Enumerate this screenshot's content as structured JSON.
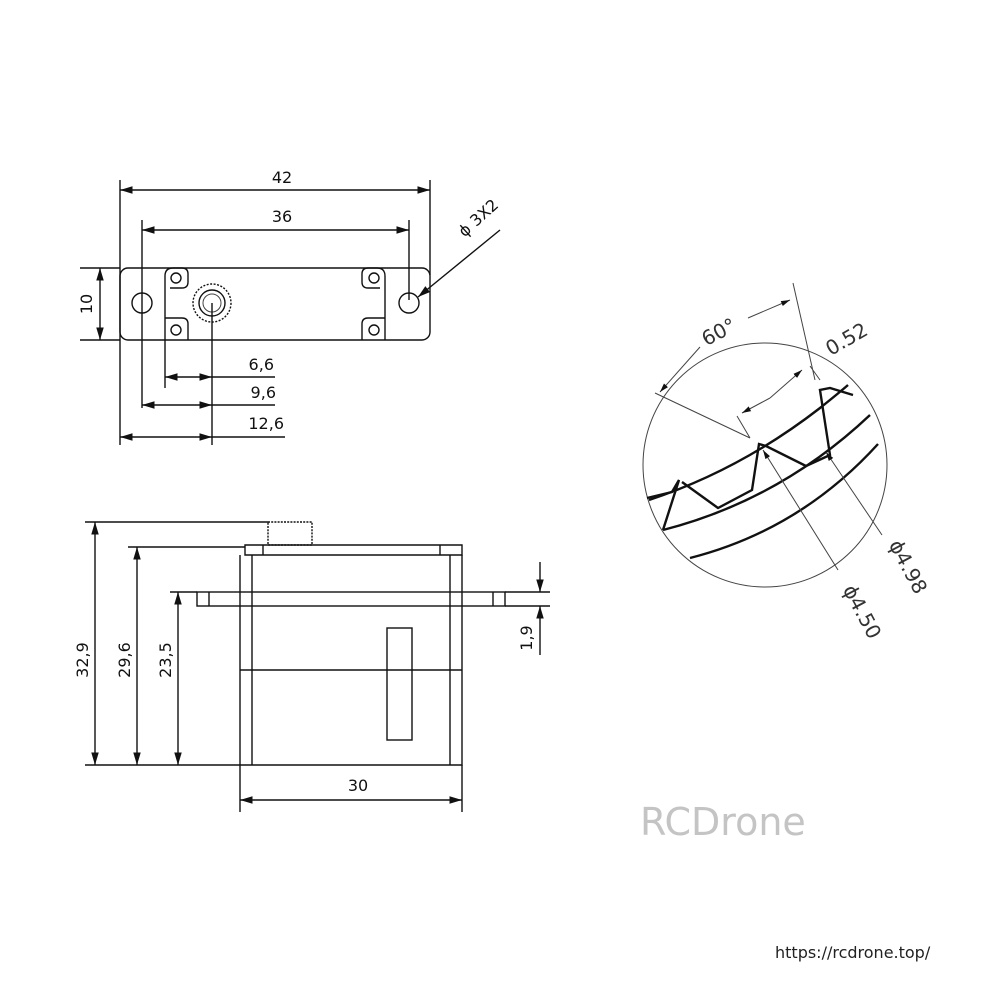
{
  "top_view": {
    "overall_width": "42",
    "hole_spacing": "36",
    "height": "10",
    "hole_note": "ϕ 3X2",
    "dim_a": "6,6",
    "dim_b": "9,6",
    "dim_c": "12,6"
  },
  "side_view": {
    "total_height": "32,9",
    "height_to_top": "29,6",
    "height_to_flange": "23,5",
    "flange_thickness": "1,9",
    "body_width": "30"
  },
  "gear_detail": {
    "angle": "60°",
    "tooth_pitch": "0.52",
    "outer_diameter": "ϕ4.98",
    "root_diameter": "ϕ4.50"
  },
  "watermark": {
    "brand": "RCDrone",
    "url": "https://rcdrone.top/"
  }
}
